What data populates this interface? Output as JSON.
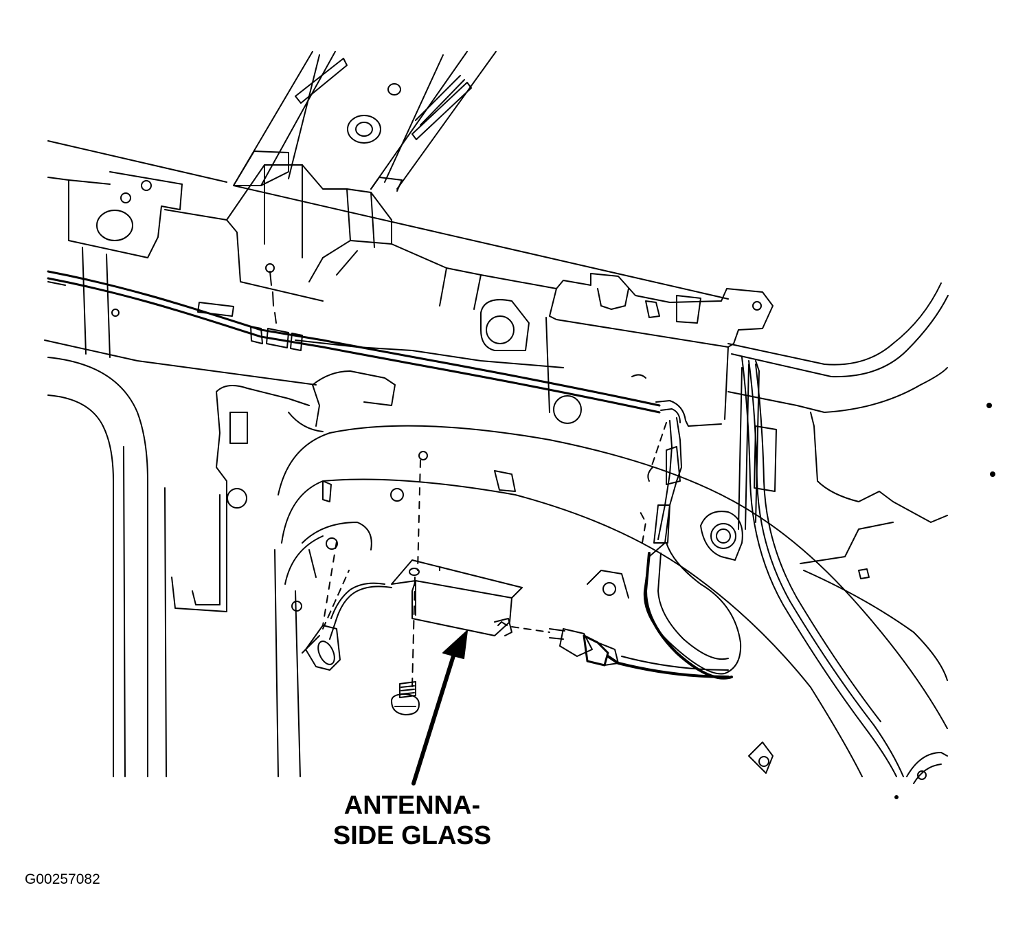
{
  "callout": {
    "line1": "ANTENNA-",
    "line2": "SIDE GLASS"
  },
  "figure_id": "G00257082",
  "colors": {
    "ink": "#000000",
    "paper": "#ffffff"
  }
}
